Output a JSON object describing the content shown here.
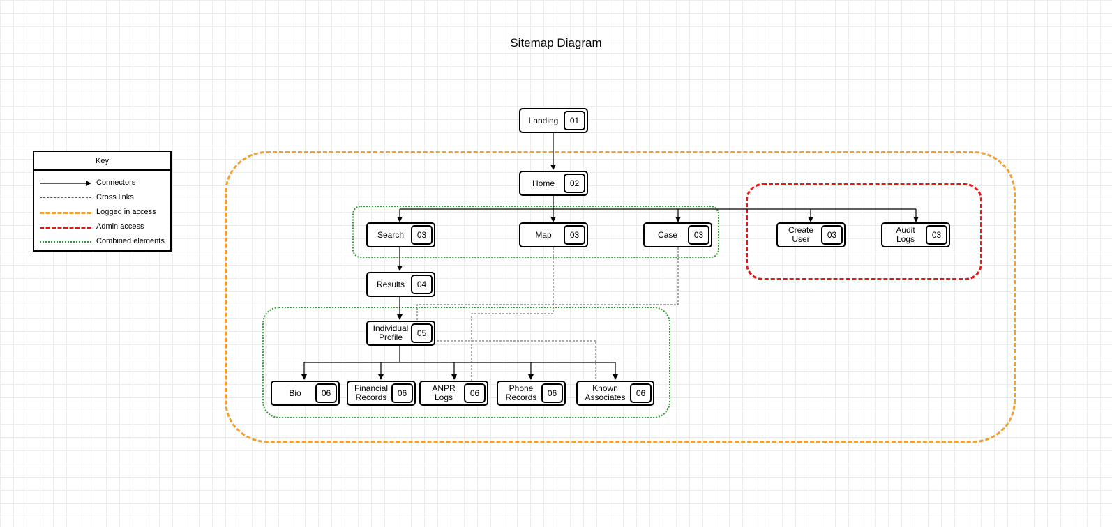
{
  "title": "Sitemap Diagram",
  "key": {
    "title": "Key",
    "items": [
      {
        "label": "Connectors",
        "style": "arrow",
        "color": "#000000"
      },
      {
        "label": "Cross links",
        "style": "dashed-thin",
        "color": "#555555"
      },
      {
        "label": "Logged in access",
        "style": "dashed",
        "color": "#f2a034"
      },
      {
        "label": "Admin access",
        "style": "dashed",
        "color": "#e01818"
      },
      {
        "label": "Combined elements",
        "style": "dotted",
        "color": "#2fa02f"
      }
    ]
  },
  "nodes": {
    "landing": {
      "label": "Landing",
      "code": "01"
    },
    "home": {
      "label": "Home",
      "code": "02"
    },
    "search": {
      "label": "Search",
      "code": "03"
    },
    "map": {
      "label": "Map",
      "code": "03"
    },
    "case": {
      "label": "Case",
      "code": "03"
    },
    "create_user": {
      "label": "Create\nUser",
      "code": "03"
    },
    "audit_logs": {
      "label": "Audit\nLogs",
      "code": "03"
    },
    "results": {
      "label": "Results",
      "code": "04"
    },
    "individual_profile": {
      "label": "Individual\nProfile",
      "code": "05"
    },
    "bio": {
      "label": "Bio",
      "code": "06"
    },
    "financial_records": {
      "label": "Financial\nRecords",
      "code": "06"
    },
    "anpr_logs": {
      "label": "ANPR\nLogs",
      "code": "06"
    },
    "phone_records": {
      "label": "Phone\nRecords",
      "code": "06"
    },
    "known_associates": {
      "label": "Known\nAssociates",
      "code": "06"
    }
  },
  "colors": {
    "logged_in_access": "#f2a034",
    "admin_access": "#e01818",
    "combined_elements": "#2fa02f",
    "connector": "#000000",
    "cross_link": "#555555"
  }
}
